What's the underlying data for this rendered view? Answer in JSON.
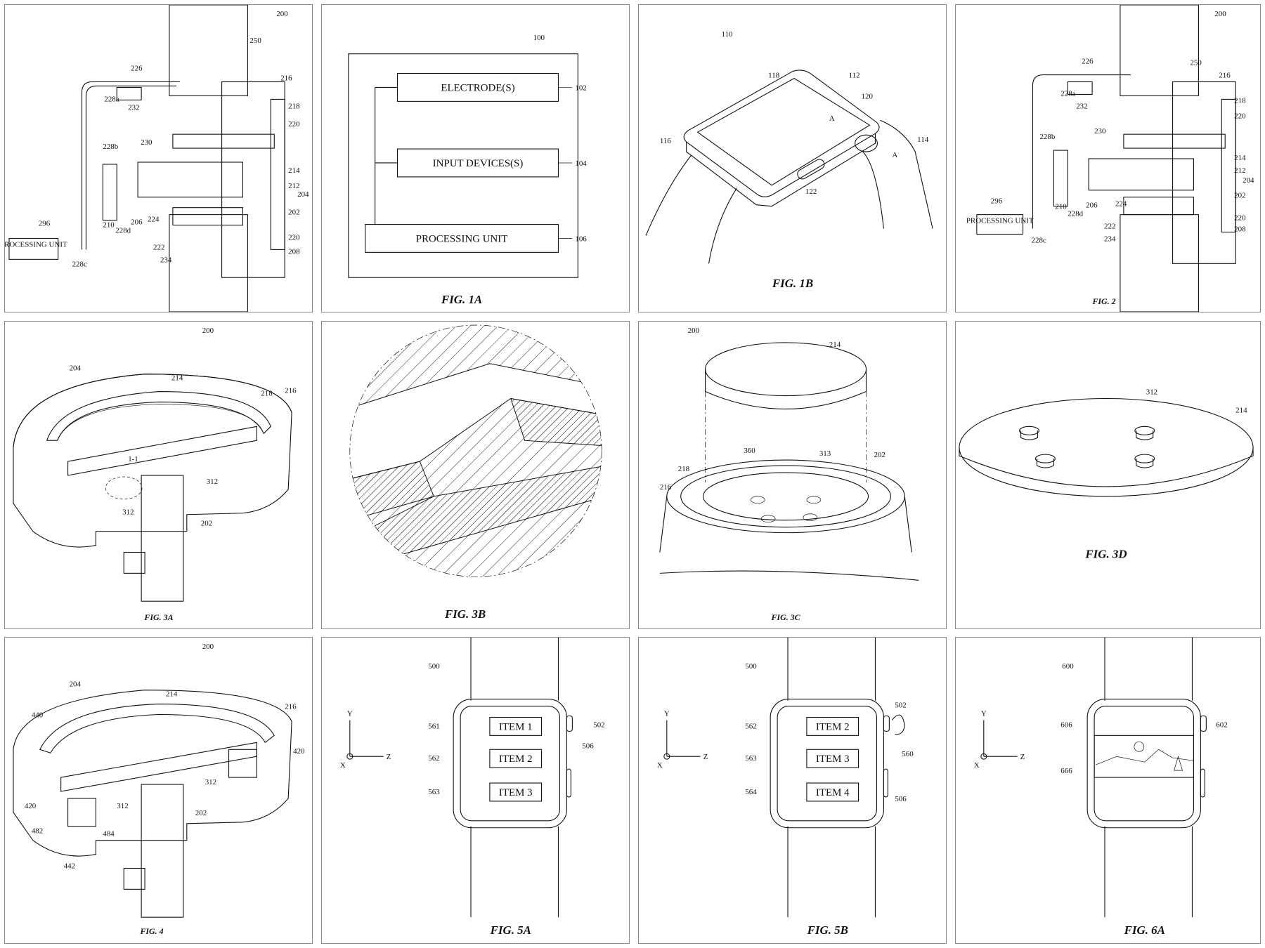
{
  "figures": [
    {
      "id": "fig2-left",
      "caption": "",
      "ref": "200",
      "labels": [
        "226",
        "250",
        "216",
        "218",
        "220",
        "214",
        "212",
        "204",
        "202",
        "220",
        "208",
        "232",
        "228a",
        "228b",
        "230",
        "210",
        "228d",
        "206",
        "224",
        "222",
        "234",
        "296",
        "228c"
      ],
      "box": "PROCESSING UNIT"
    },
    {
      "id": "fig1a",
      "caption": "FIG. 1A",
      "ref": "100",
      "boxes": [
        "ELECTRODE(S)",
        "INPUT DEVICES(S)",
        "PROCESSING UNIT"
      ],
      "refs": [
        "102",
        "104",
        "106"
      ]
    },
    {
      "id": "fig1b",
      "caption": "FIG. 1B",
      "ref": "110",
      "labels": [
        "118",
        "112",
        "120",
        "116",
        "114",
        "122",
        "A",
        "A"
      ]
    },
    {
      "id": "fig2",
      "caption": "FIG. 2",
      "ref": "200",
      "labels": [
        "226",
        "250",
        "216",
        "218",
        "220",
        "214",
        "212",
        "204",
        "202",
        "220",
        "208",
        "232",
        "228a",
        "228b",
        "230",
        "210",
        "228d",
        "206",
        "224",
        "222",
        "234",
        "296",
        "228c"
      ],
      "box": "PROCESSING UNIT"
    },
    {
      "id": "fig3a",
      "caption": "FIG. 3A",
      "ref": "200",
      "labels": [
        "204",
        "214",
        "218",
        "216",
        "1-1",
        "312",
        "312",
        "202"
      ]
    },
    {
      "id": "fig3b",
      "caption": "FIG. 3B"
    },
    {
      "id": "fig3c",
      "caption": "FIG. 3C",
      "ref": "200",
      "labels": [
        "214",
        "360",
        "313",
        "202",
        "218",
        "216"
      ]
    },
    {
      "id": "fig3d",
      "caption": "FIG. 3D",
      "labels": [
        "312",
        "214"
      ]
    },
    {
      "id": "fig4",
      "caption": "FIG. 4",
      "ref": "200",
      "labels": [
        "204",
        "214",
        "216",
        "440",
        "420",
        "312",
        "312",
        "202",
        "420",
        "482",
        "484",
        "442"
      ]
    },
    {
      "id": "fig5a",
      "caption": "FIG. 5A",
      "ref": "500",
      "items": [
        "ITEM 1",
        "ITEM 2",
        "ITEM 3"
      ],
      "item_refs": [
        "561",
        "562",
        "563"
      ],
      "labels": [
        "502",
        "506"
      ],
      "axes": [
        "Y",
        "X",
        "Z"
      ]
    },
    {
      "id": "fig5b",
      "caption": "FIG. 5B",
      "ref": "500",
      "items": [
        "ITEM 2",
        "ITEM 3",
        "ITEM 4"
      ],
      "item_refs": [
        "562",
        "563",
        "564"
      ],
      "labels": [
        "502",
        "560",
        "506"
      ],
      "axes": [
        "Y",
        "X",
        "Z"
      ]
    },
    {
      "id": "fig6a",
      "caption": "FIG. 6A",
      "ref": "600",
      "labels": [
        "606",
        "602",
        "666"
      ],
      "axes": [
        "Y",
        "X",
        "Z"
      ]
    }
  ]
}
